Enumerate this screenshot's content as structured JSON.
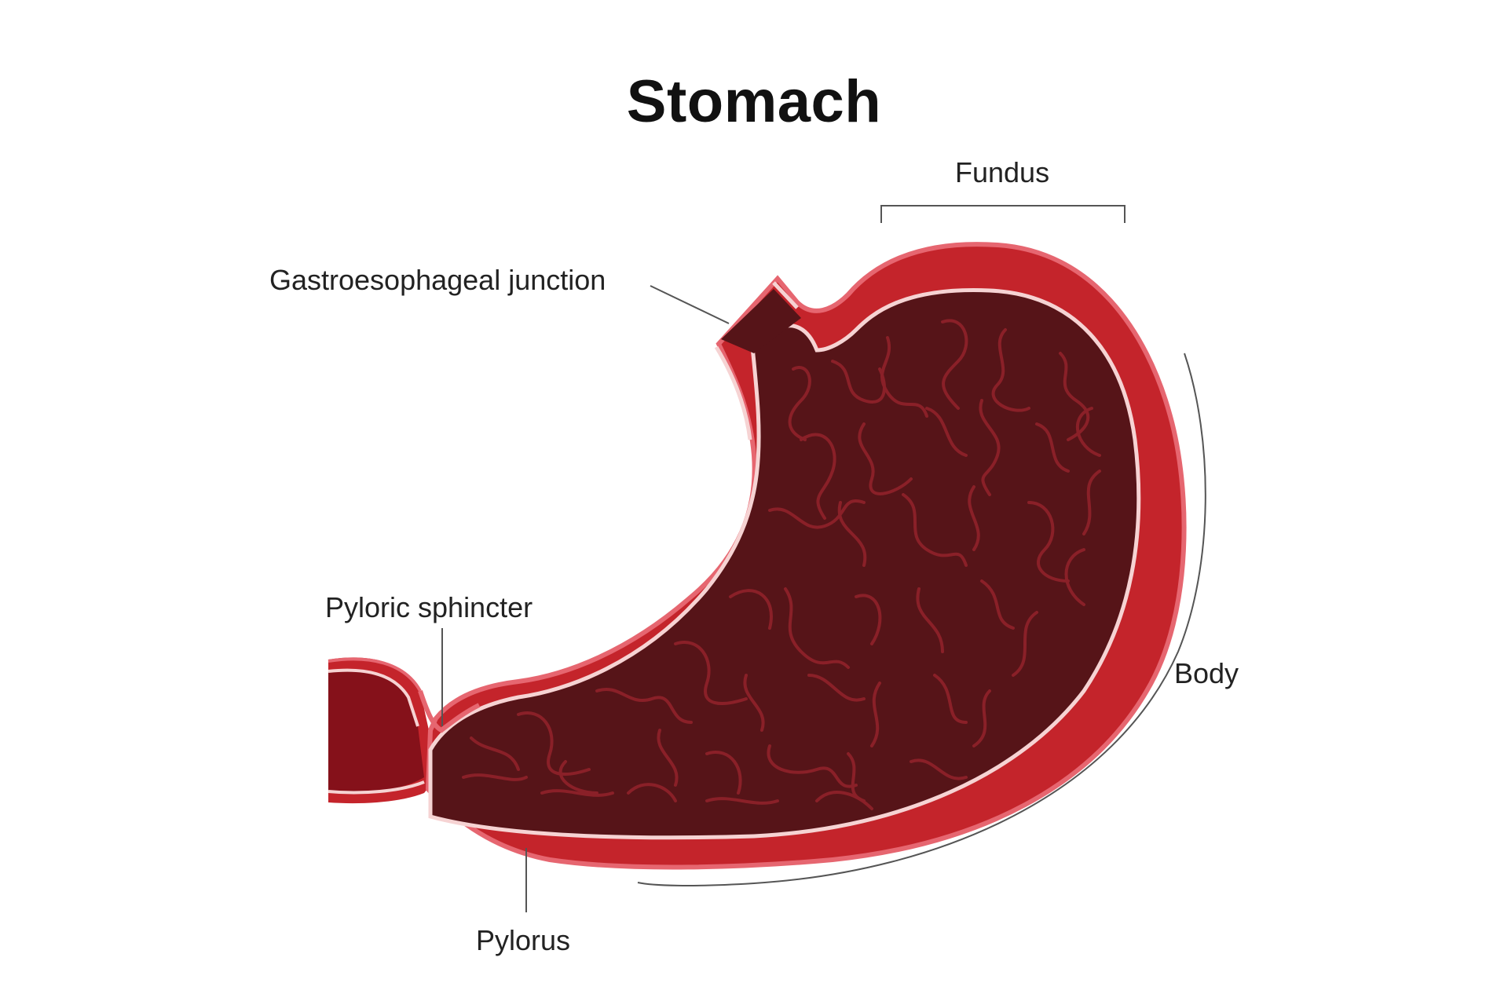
{
  "diagram": {
    "title": "Stomach",
    "labels": {
      "fundus": "Fundus",
      "gastroesophageal_junction": "Gastroesophageal junction",
      "pyloric_sphincter": "Pyloric sphincter",
      "body": "Body",
      "pylorus": "Pylorus"
    },
    "colors": {
      "outer_wall": "#c4242b",
      "outer_edge": "#e66670",
      "inner_lining": "#f6d3d3",
      "lumen": "#561418",
      "rugae": "#8a2028",
      "duodenum": "#85111a",
      "leader_lines": "#555555"
    }
  }
}
